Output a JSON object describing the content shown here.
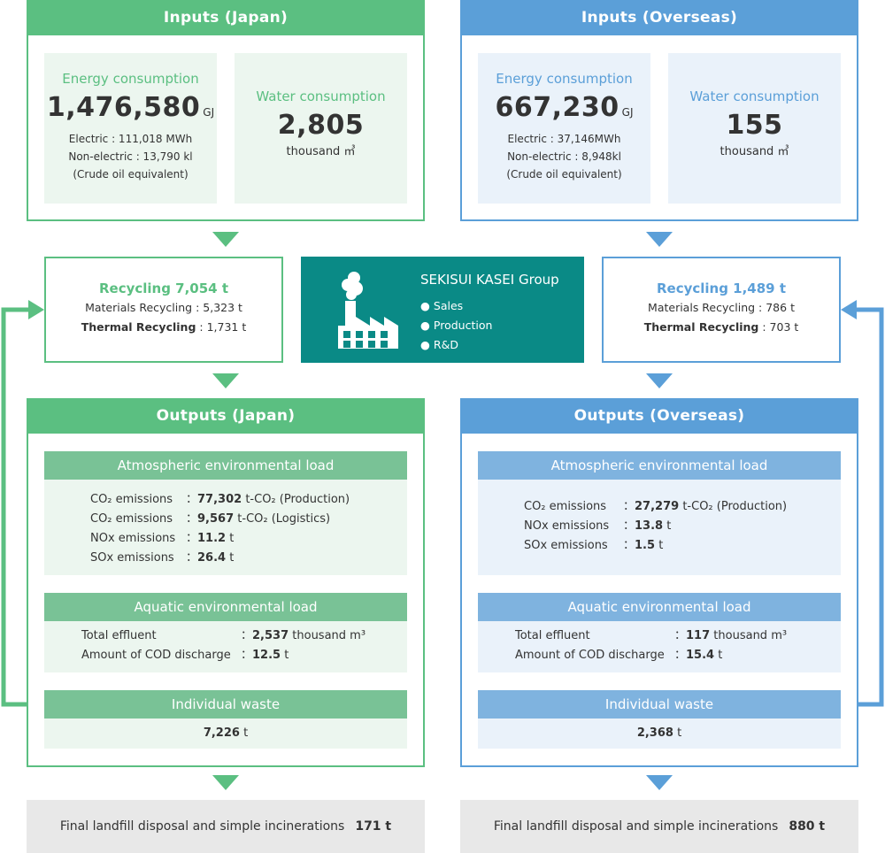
{
  "inputs_japan": {
    "title": "Inputs (Japan)",
    "energy": {
      "label": "Energy consumption",
      "value": "1,476,580",
      "unit": "GJ",
      "electric": "Electric : 111,018 MWh",
      "nonelectric": "Non-electric : 13,790 kl",
      "note": "(Crude oil equivalent)"
    },
    "water": {
      "label": "Water consumption",
      "value": "2,805",
      "unit": "thousand ㎥"
    }
  },
  "inputs_overseas": {
    "title": "Inputs (Overseas)",
    "energy": {
      "label": "Energy consumption",
      "value": "667,230",
      "unit": "GJ",
      "electric": "Electric : 37,146MWh",
      "nonelectric": "Non-electric : 8,948kl",
      "note": "(Crude oil equivalent)"
    },
    "water": {
      "label": "Water consumption",
      "value": "155",
      "unit": "thousand ㎥"
    }
  },
  "recycling_japan": {
    "title": "Recycling 7,054 t",
    "materials_label": "Materials Recycling",
    "materials_value": "5,323 t",
    "thermal_label": "Thermal Recycling",
    "thermal_value": "1,731 t"
  },
  "recycling_overseas": {
    "title": "Recycling 1,489 t",
    "materials_label": "Materials Recycling",
    "materials_value": "786 t",
    "thermal_label": "Thermal Recycling",
    "thermal_value": "703 t"
  },
  "center": {
    "title": "SEKISUI KASEI Group",
    "items": [
      "Sales",
      "Production",
      "R&D"
    ]
  },
  "outputs_japan": {
    "title": "Outputs (Japan)",
    "atmos_title": "Atmospheric environmental load",
    "co2_prod_label": "CO₂ emissions",
    "co2_prod_value": "77,302",
    "co2_prod_unit": "t-CO₂ (Production)",
    "co2_log_label": "CO₂ emissions",
    "co2_log_value": "9,567",
    "co2_log_unit": "t-CO₂ (Logistics)",
    "nox_label": "NOx emissions",
    "nox_value": "11.2",
    "nox_unit": "t",
    "sox_label": "SOx emissions",
    "sox_value": "26.4",
    "sox_unit": "t",
    "aquatic_title": "Aquatic environmental load",
    "effluent_label": "Total effluent",
    "effluent_value": "2,537",
    "effluent_unit": "thousand m³",
    "cod_label": "Amount of COD discharge",
    "cod_value": "12.5",
    "cod_unit": "t",
    "waste_title": "Individual waste",
    "waste_value": "7,226",
    "waste_unit": "t"
  },
  "outputs_overseas": {
    "title": "Outputs (Overseas)",
    "atmos_title": "Atmospheric environmental load",
    "co2_prod_label": "CO₂ emissions",
    "co2_prod_value": "27,279",
    "co2_prod_unit": "t-CO₂ (Production)",
    "nox_label": "NOx emissions",
    "nox_value": "13.8",
    "nox_unit": "t",
    "sox_label": "SOx emissions",
    "sox_value": "1.5",
    "sox_unit": "t",
    "aquatic_title": "Aquatic environmental load",
    "effluent_label": "Total effluent",
    "effluent_value": "117",
    "effluent_unit": "thousand m³",
    "cod_label": "Amount of COD discharge",
    "cod_value": "15.4",
    "cod_unit": "t",
    "waste_title": "Individual waste",
    "waste_value": "2,368",
    "waste_unit": "t"
  },
  "final_japan": {
    "label": "Final landfill disposal and simple incinerations",
    "value": "171 t"
  },
  "final_overseas": {
    "label": "Final landfill disposal and simple incinerations",
    "value": "880 t"
  },
  "colors": {
    "green": "#5bbf81",
    "blue": "#5b9fd8",
    "teal": "#0a8a86",
    "gray": "#e8e8e8"
  }
}
